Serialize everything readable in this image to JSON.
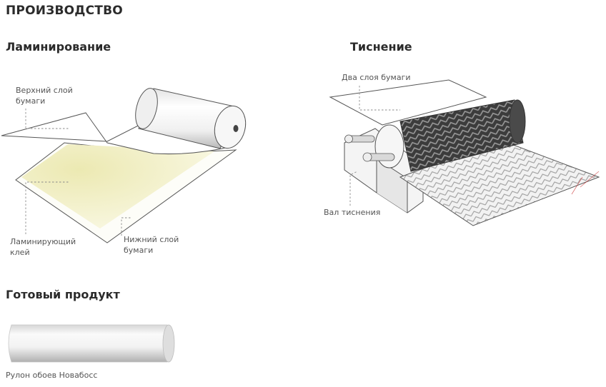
{
  "page_title": "ПРОИЗВОДСТВО",
  "sections": {
    "lamination": {
      "title": "Ламинирование",
      "labels": {
        "top_layer": [
          "Верхний слой",
          "бумаги"
        ],
        "glue": [
          "Ламинирующий",
          "клей"
        ],
        "bottom_layer": [
          "Нижний слой",
          "бумаги"
        ]
      }
    },
    "embossing": {
      "title": "Тиснение",
      "labels": {
        "two_layers": "Два слоя бумаги",
        "roller": "Вал тиснения"
      }
    },
    "product": {
      "title": "Готовый продукт",
      "caption": "Рулон обоев Новабосс"
    }
  },
  "colors": {
    "glue": "#f4f2c8",
    "roller_dark": "#3a3a3a",
    "text": "#2b2b2b"
  }
}
